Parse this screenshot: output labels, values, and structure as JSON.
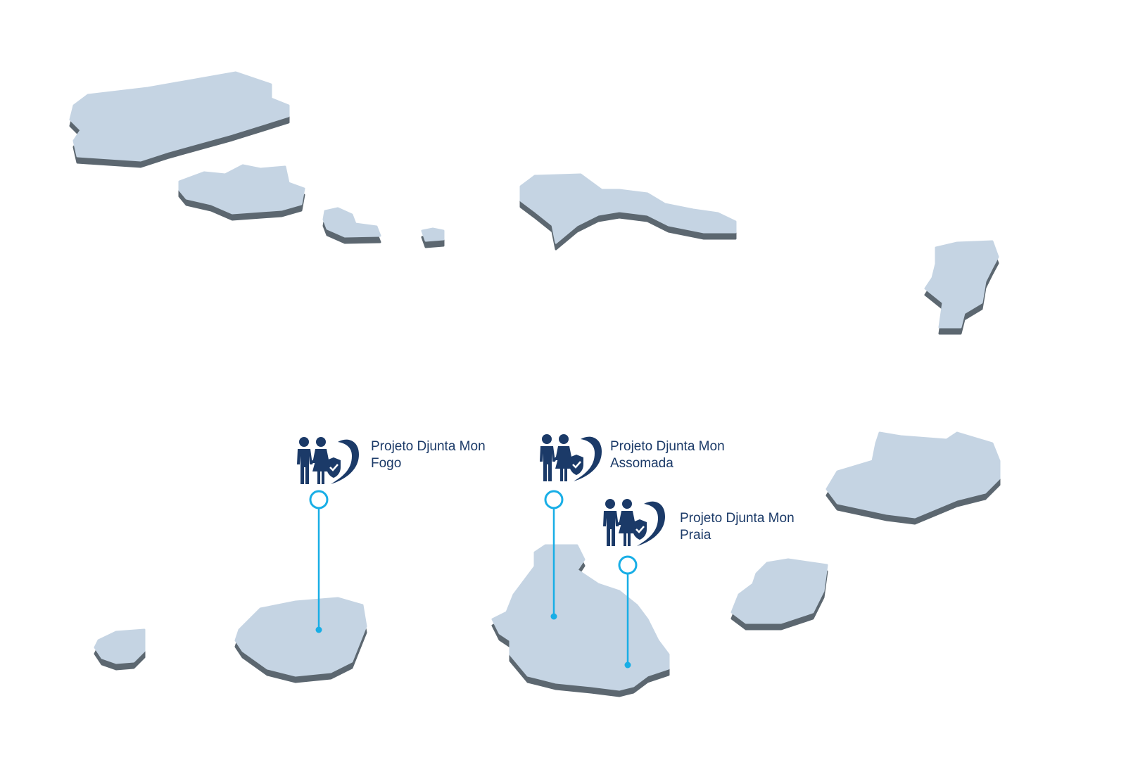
{
  "colors": {
    "island_top": "#c5d4e3",
    "island_side": "#5c6770",
    "pin": "#18aee6",
    "icon": "#1b3a68"
  },
  "markers": [
    {
      "title": "Projeto Djunta Mon",
      "place": "Fogo",
      "icon": "family-shield-icon"
    },
    {
      "title": "Projeto Djunta Mon",
      "place": "Assomada",
      "icon": "family-shield-icon"
    },
    {
      "title": "Projeto Djunta Mon",
      "place": "Praia",
      "icon": "family-shield-icon"
    }
  ]
}
